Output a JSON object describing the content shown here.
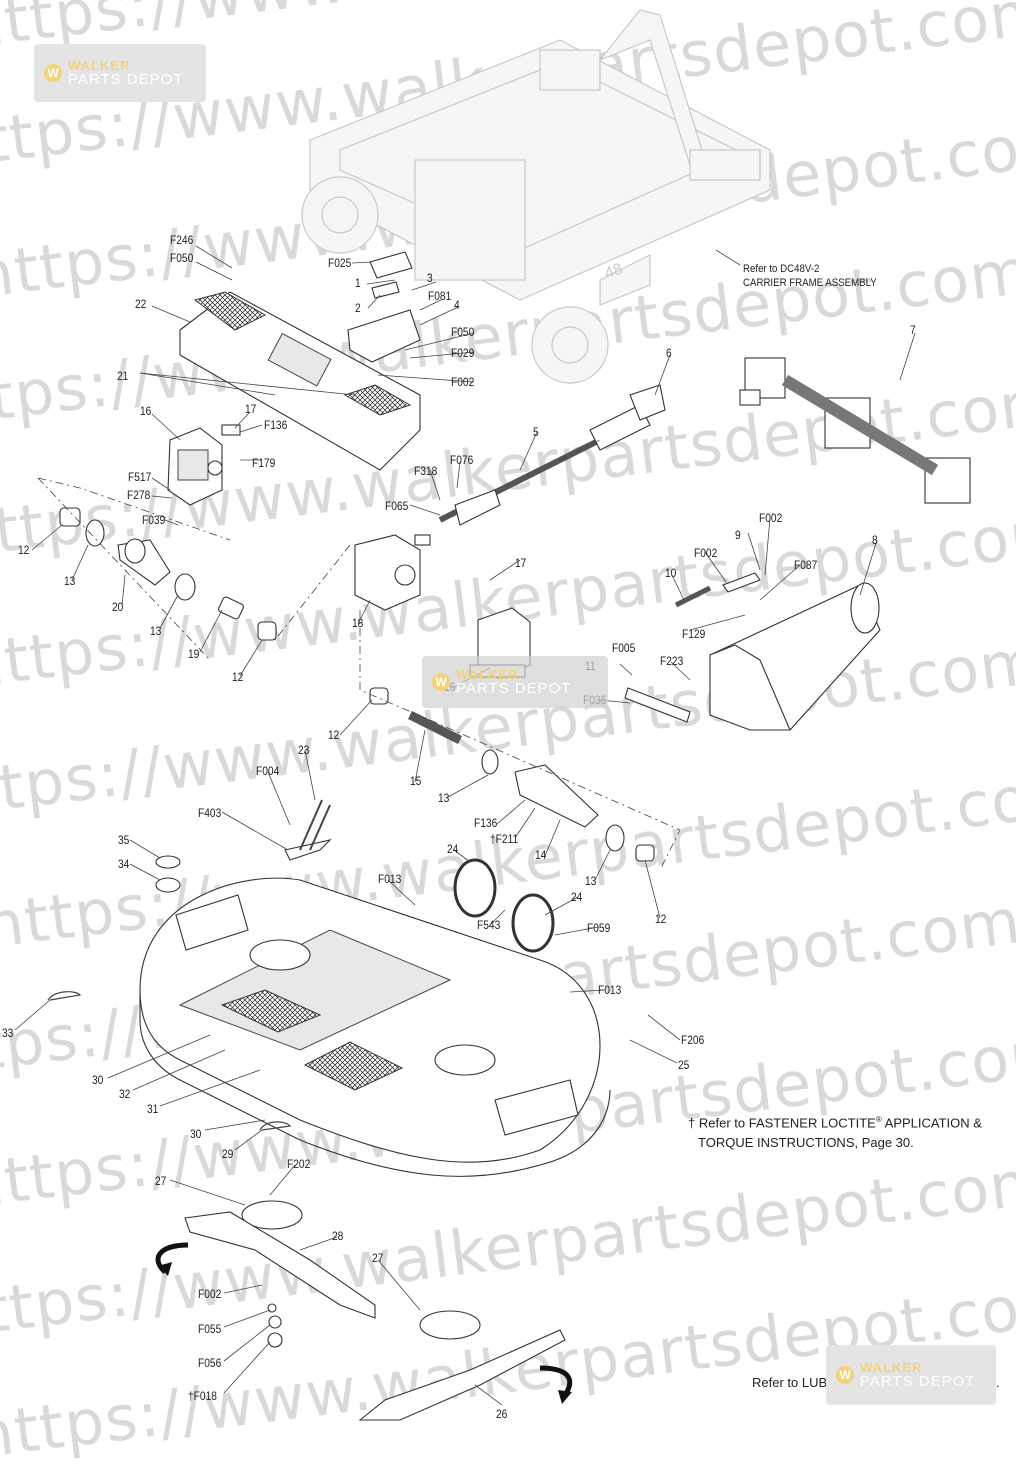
{
  "watermark": {
    "text_short": "https://www.walkerpartsdepot.com",
    "logo_top": "WALKER",
    "logo_bottom": "PARTS DEPOT"
  },
  "notes": {
    "carrier_ref_line1": "Refer to DC48V-2",
    "carrier_ref_line2": "CARRIER FRAME ASSEMBLY",
    "loctite_line1": "Refer to FASTENER LOCTITE",
    "loctite_reg": "®",
    "loctite_line1_tail": " APPLICATION &",
    "loctite_line2": "TORQUE INSTRUCTIONS, Page 30.",
    "dagger": "†",
    "lubrication": "Refer to LUBRICATION POINTS, Page 32.",
    "deck_size": "48"
  },
  "callouts": [
    "F246",
    "F050",
    "F025",
    "1",
    "3",
    "2",
    "F081",
    "4",
    "F050",
    "F029",
    "F002",
    "22",
    "21",
    "16",
    "17",
    "F136",
    "F179",
    "F517",
    "F278",
    "F039",
    "12",
    "13",
    "20",
    "13",
    "19",
    "12",
    "6",
    "5",
    "F318",
    "F076",
    "F065",
    "7",
    "18",
    "17",
    "9",
    "F002",
    "F002",
    "10",
    "F087",
    "8",
    "F129",
    "11",
    "F005",
    "F223",
    "F036",
    "16",
    "12",
    "15",
    "13",
    "23",
    "F004",
    "F403",
    "35",
    "34",
    "F136",
    "†F211",
    "14",
    "13",
    "12",
    "24",
    "F013",
    "F543",
    "24",
    "F059",
    "F013",
    "33",
    "F206",
    "25",
    "30",
    "32",
    "31",
    "30",
    "29",
    "F202",
    "27",
    "28",
    "F002",
    "F055",
    "F056",
    "†F018",
    "27",
    "26"
  ],
  "colors": {
    "line": "#333333",
    "watermark": "#d9d9d9",
    "logo_gold": "#f3d27a"
  },
  "icons": {
    "rotation_arrow": "curved-arrow-icon",
    "logo": "walker-logo-icon"
  }
}
